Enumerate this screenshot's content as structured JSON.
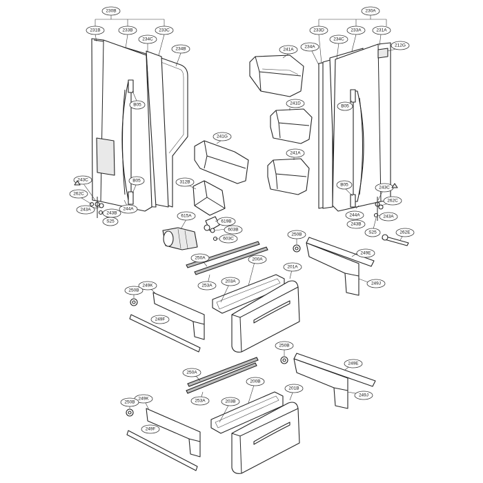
{
  "labels": {
    "l230B": "230B",
    "l231B": "231B",
    "l233B": "233B",
    "l234C_L": "234C",
    "l233C": "233C",
    "l234B": "234B",
    "lB05_L1": "B05",
    "lB05_L2": "B05",
    "l243C_L": "243C",
    "l262C_L": "262C",
    "l243A_L": "243A",
    "l243B_L": "243B",
    "lS25_L": "S25",
    "l244A_L": "244A",
    "l230A": "230A",
    "l233D": "233D",
    "l234C_R": "234C",
    "l233A": "233A",
    "l231A": "231A",
    "l234A": "234A",
    "l212G": "212G",
    "l241A_1": "241A",
    "l241D": "241D",
    "l241A_2": "241A",
    "l241G": "241G",
    "l312B": "312B",
    "l615A": "615A",
    "l619B": "619B",
    "l603B": "603B",
    "l603C": "603C",
    "lB05_R1": "B05",
    "lB05_R2": "B05",
    "l243C_R": "243C",
    "l262C_R": "262C",
    "l243A_R": "243A",
    "l244A_R": "244A",
    "l243B_R": "243B",
    "lS25_R": "S25",
    "l262E": "262E",
    "l250B_1": "250B",
    "l249E_1": "249E",
    "l249J_1": "249J",
    "l250A_1": "250A",
    "l253A_1": "253A",
    "l200A": "200A",
    "l201A": "201A",
    "l203A": "203A",
    "l249K_1": "249K",
    "l250B_2": "250B",
    "l249F_1": "249F",
    "l250B_3": "250B",
    "l249E_2": "249E",
    "l249J_2": "249J",
    "l250A_2": "250A",
    "l253A_2": "253A",
    "l200B": "200B",
    "l201B": "201B",
    "l203B": "203B",
    "l249K_2": "249K",
    "l250B_4": "250B",
    "l249F_2": "249F"
  }
}
